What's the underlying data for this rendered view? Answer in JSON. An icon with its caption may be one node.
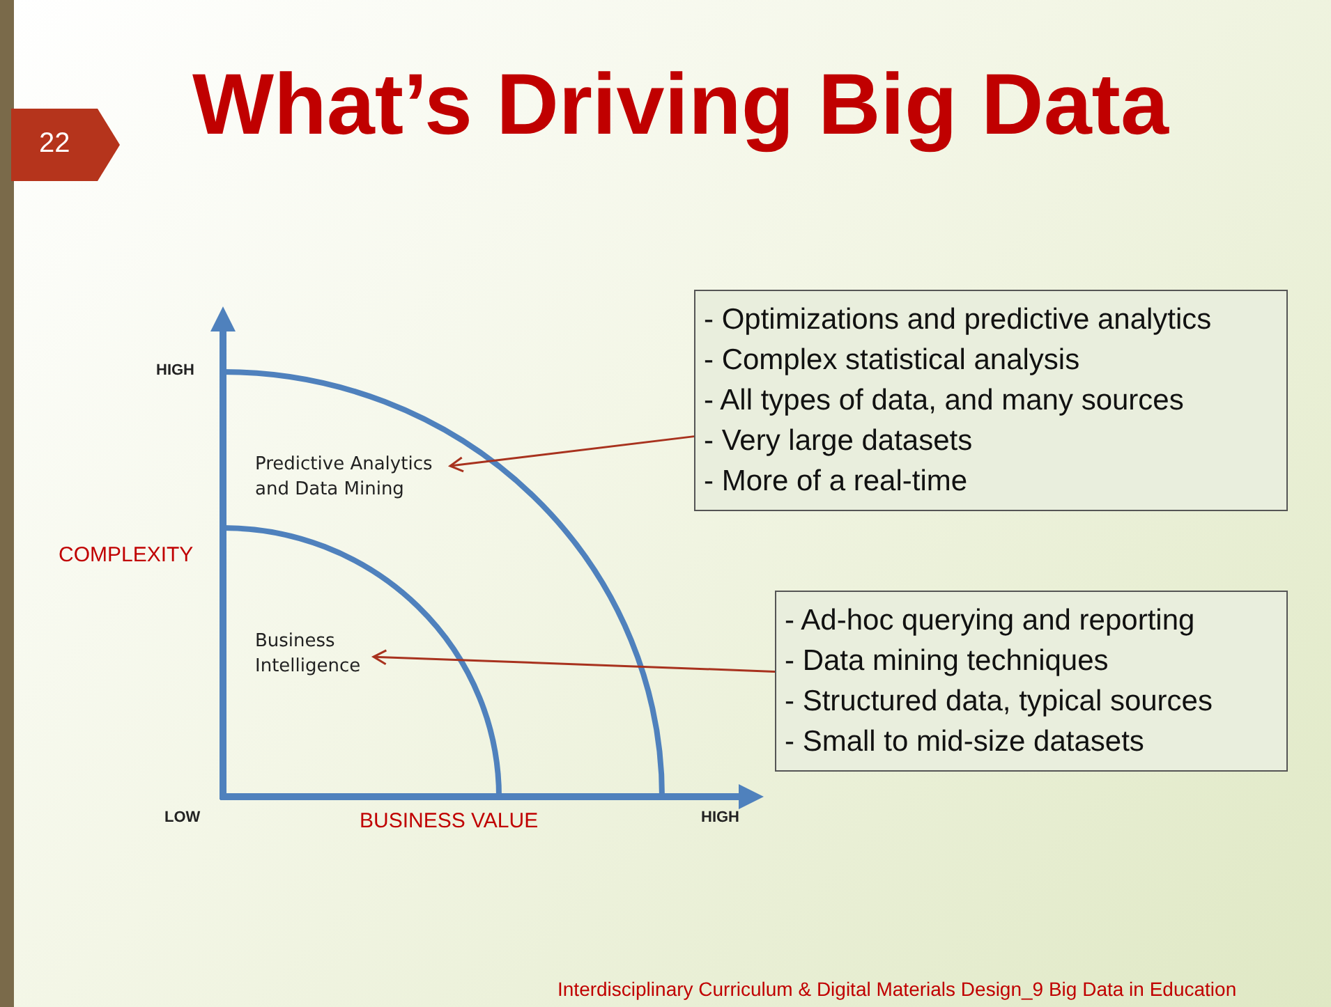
{
  "diagram": {
    "title": "What’s Driving Big Data",
    "nodes": [
      {
        "text": [
          "- Optimizations and predictive analytics",
          "- Complex statistical analysis",
          "- All types of data, and many sources",
          "- Very large datasets",
          "- More of a real-time"
        ]
      },
      {
        "text": [
          "Predictive Analytics and Data Mining"
        ]
      },
      {
        "text": [
          "- Ad-hoc querying and reporting",
          "- Data mining techniques",
          "- Structured data, typical sources",
          "- Small to mid-size datasets"
        ]
      },
      {
        "text": [
          "Business Intelligence"
        ]
      }
    ],
    "edges": [
      {
        "from": 0,
        "to": 1,
        "arrow": "to"
      },
      {
        "from": 2,
        "to": 3,
        "arrow": "to"
      }
    ],
    "labels": [
      "22",
      "HIGH",
      "COMPLEXITY",
      "LOW",
      "BUSINESS VALUE",
      "HIGH",
      "Interdisciplinary Curriculum & Digital Materials Design_9 Big Data in Education"
    ]
  }
}
